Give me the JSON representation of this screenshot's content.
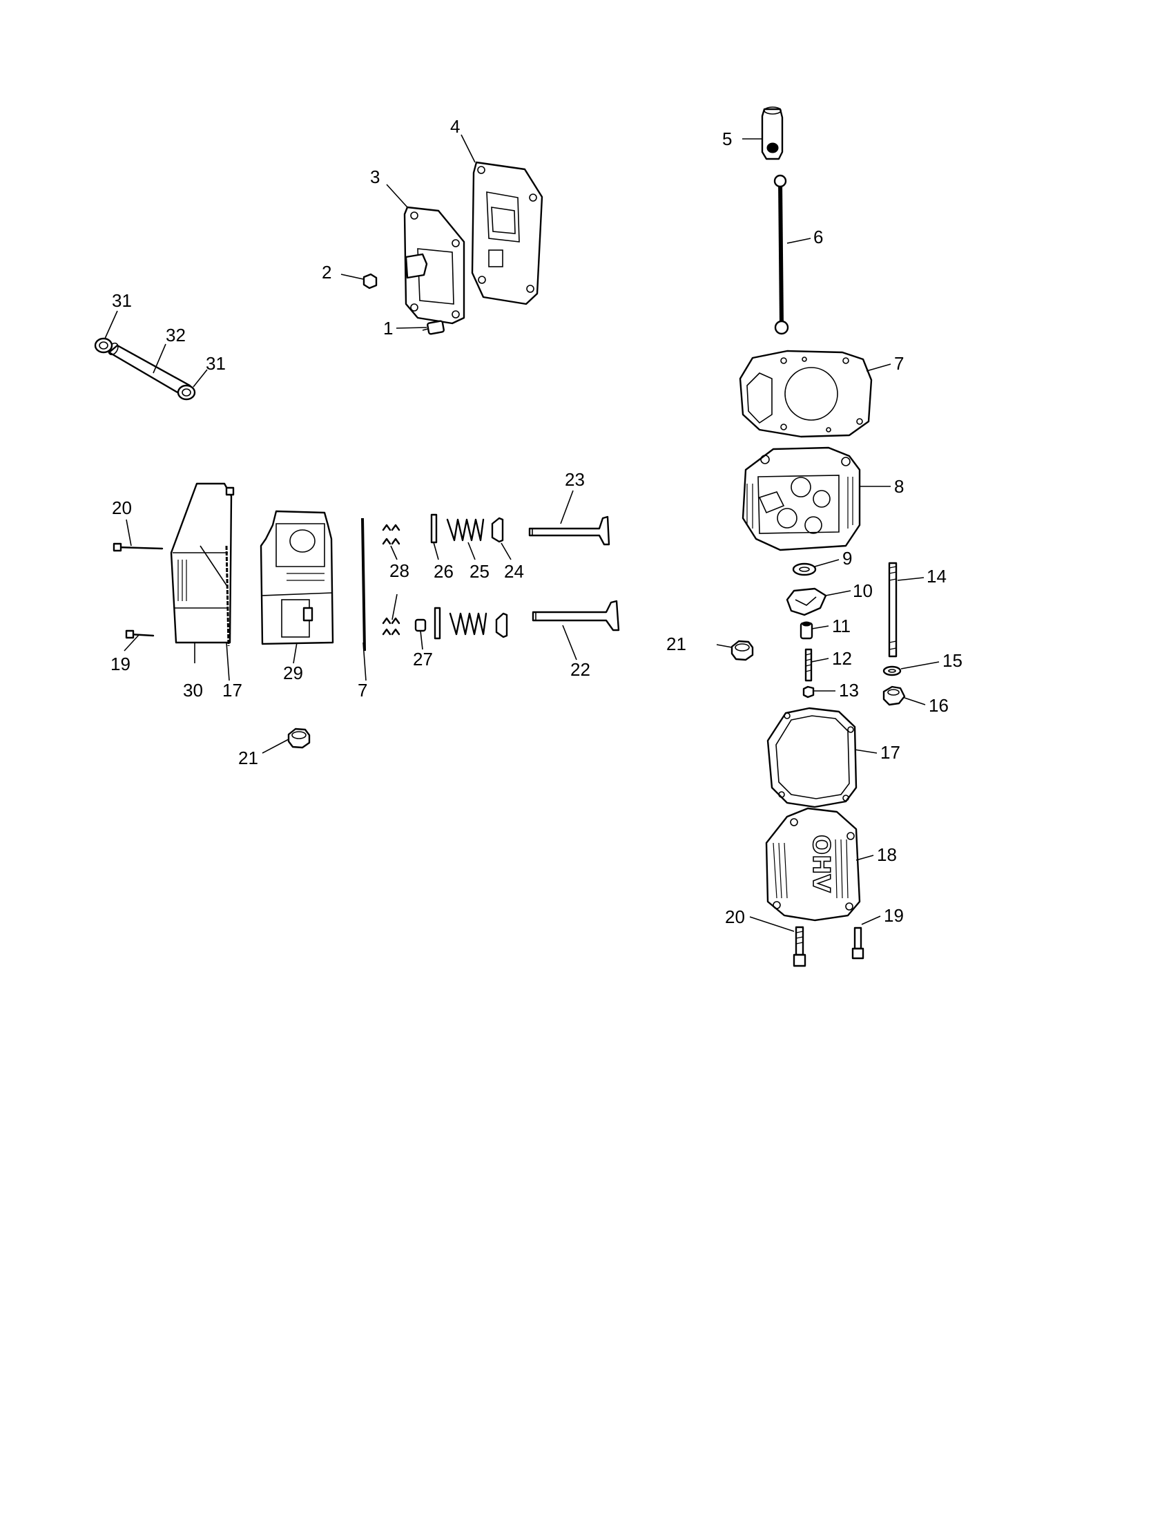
{
  "callouts": [
    {
      "id": "c1",
      "label": "1"
    },
    {
      "id": "c2",
      "label": "2"
    },
    {
      "id": "c3",
      "label": "3"
    },
    {
      "id": "c4",
      "label": "4"
    },
    {
      "id": "c5",
      "label": "5"
    },
    {
      "id": "c6",
      "label": "6"
    },
    {
      "id": "c7a",
      "label": "7"
    },
    {
      "id": "c7b",
      "label": "7"
    },
    {
      "id": "c8",
      "label": "8"
    },
    {
      "id": "c9",
      "label": "9"
    },
    {
      "id": "c10",
      "label": "10"
    },
    {
      "id": "c11",
      "label": "11"
    },
    {
      "id": "c12",
      "label": "12"
    },
    {
      "id": "c13",
      "label": "13"
    },
    {
      "id": "c14",
      "label": "14"
    },
    {
      "id": "c15",
      "label": "15"
    },
    {
      "id": "c16",
      "label": "16"
    },
    {
      "id": "c17a",
      "label": "17"
    },
    {
      "id": "c17b",
      "label": "17"
    },
    {
      "id": "c18",
      "label": "18"
    },
    {
      "id": "c19a",
      "label": "19"
    },
    {
      "id": "c19b",
      "label": "19"
    },
    {
      "id": "c20a",
      "label": "20"
    },
    {
      "id": "c20b",
      "label": "20"
    },
    {
      "id": "c21a",
      "label": "21"
    },
    {
      "id": "c21b",
      "label": "21"
    },
    {
      "id": "c22",
      "label": "22"
    },
    {
      "id": "c23",
      "label": "23"
    },
    {
      "id": "c24",
      "label": "24"
    },
    {
      "id": "c25",
      "label": "25"
    },
    {
      "id": "c26",
      "label": "26"
    },
    {
      "id": "c27",
      "label": "27"
    },
    {
      "id": "c28",
      "label": "28"
    },
    {
      "id": "c29",
      "label": "29"
    },
    {
      "id": "c30",
      "label": "30"
    },
    {
      "id": "c31a",
      "label": "31"
    },
    {
      "id": "c31b",
      "label": "31"
    },
    {
      "id": "c32",
      "label": "32"
    }
  ],
  "cover_text": "OHV"
}
